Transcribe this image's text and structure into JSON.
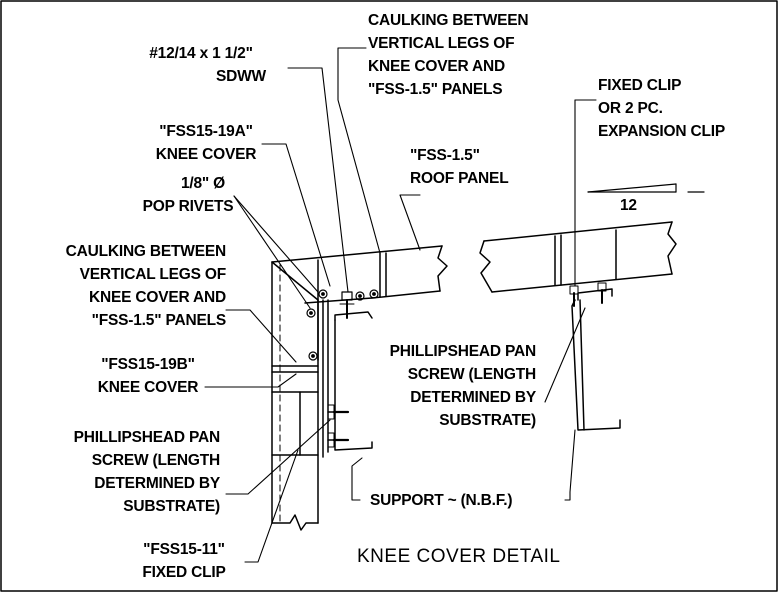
{
  "title": "KNEE COVER DETAIL",
  "slope": {
    "run": "12"
  },
  "labels": {
    "sdww": [
      "#12/14 x 1 1/2\"",
      "SDWW"
    ],
    "caulk_top": [
      "CAULKING BETWEEN",
      "VERTICAL LEGS OF",
      "KNEE COVER AND",
      "\"FSS-1.5\" PANELS"
    ],
    "fixed_clip": [
      "FIXED CLIP",
      "OR 2 PC.",
      "EXPANSION CLIP"
    ],
    "knee_cover_a": [
      "\"FSS15-19A\"",
      "KNEE COVER"
    ],
    "roof_panel": [
      "\"FSS-1.5\"",
      "ROOF PANEL"
    ],
    "pop_rivets": [
      "1/8\" Ø",
      "POP RIVETS"
    ],
    "caulk_left": [
      "CAULKING BETWEEN",
      "VERTICAL LEGS OF",
      "KNEE COVER AND",
      "\"FSS-1.5\" PANELS"
    ],
    "knee_cover_b": [
      "\"FSS15-19B\"",
      "KNEE COVER"
    ],
    "pan_screw_right": [
      "PHILLIPSHEAD PAN",
      "SCREW (LENGTH",
      "DETERMINED BY",
      "SUBSTRATE)"
    ],
    "pan_screw_left": [
      "PHILLIPSHEAD PAN",
      "SCREW (LENGTH",
      "DETERMINED BY",
      "SUBSTRATE)"
    ],
    "support": "SUPPORT ~ (N.B.F.)",
    "fixed_clip_11": [
      "\"FSS15-11\"",
      "FIXED CLIP"
    ]
  }
}
